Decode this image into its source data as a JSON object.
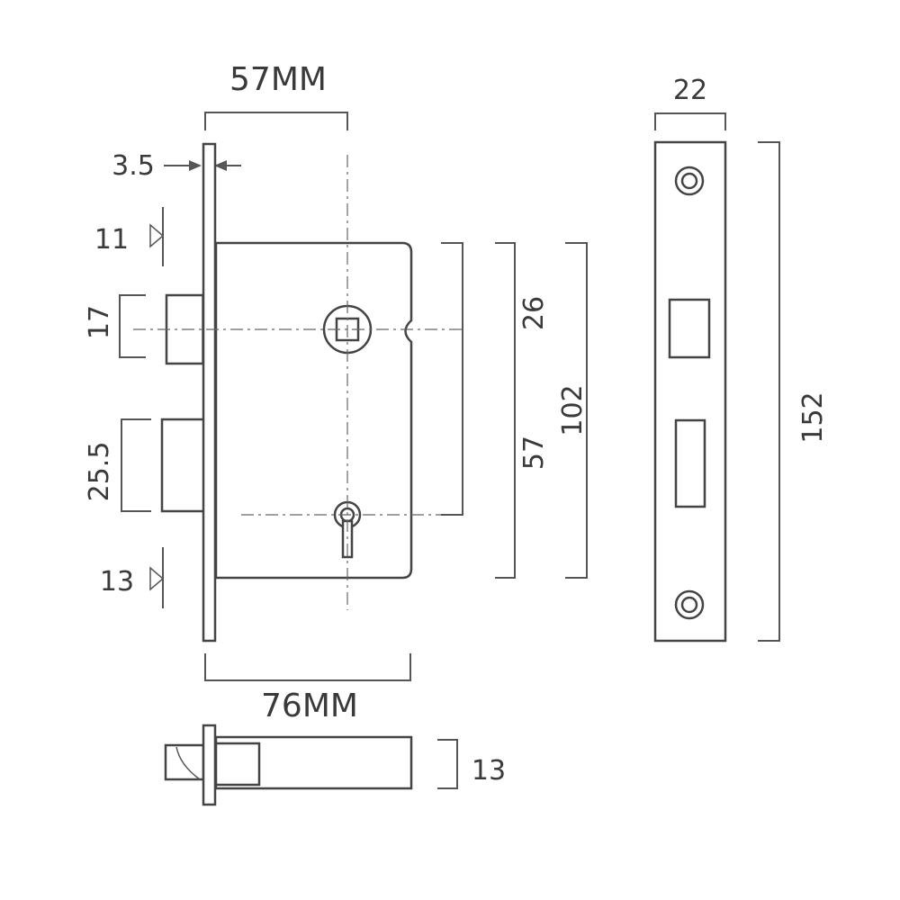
{
  "dimensions": {
    "backset": "57MM",
    "faceplate_thickness": "3.5",
    "latch_offset": "11",
    "latch_height": "17",
    "bolt_height": "25.5",
    "bolt_offset": "13",
    "follower_to_top": "26",
    "centers": "57",
    "case_height": "102",
    "case_depth": "76MM",
    "bolt_thickness": "13",
    "forend_width": "22",
    "forend_height": "152"
  }
}
